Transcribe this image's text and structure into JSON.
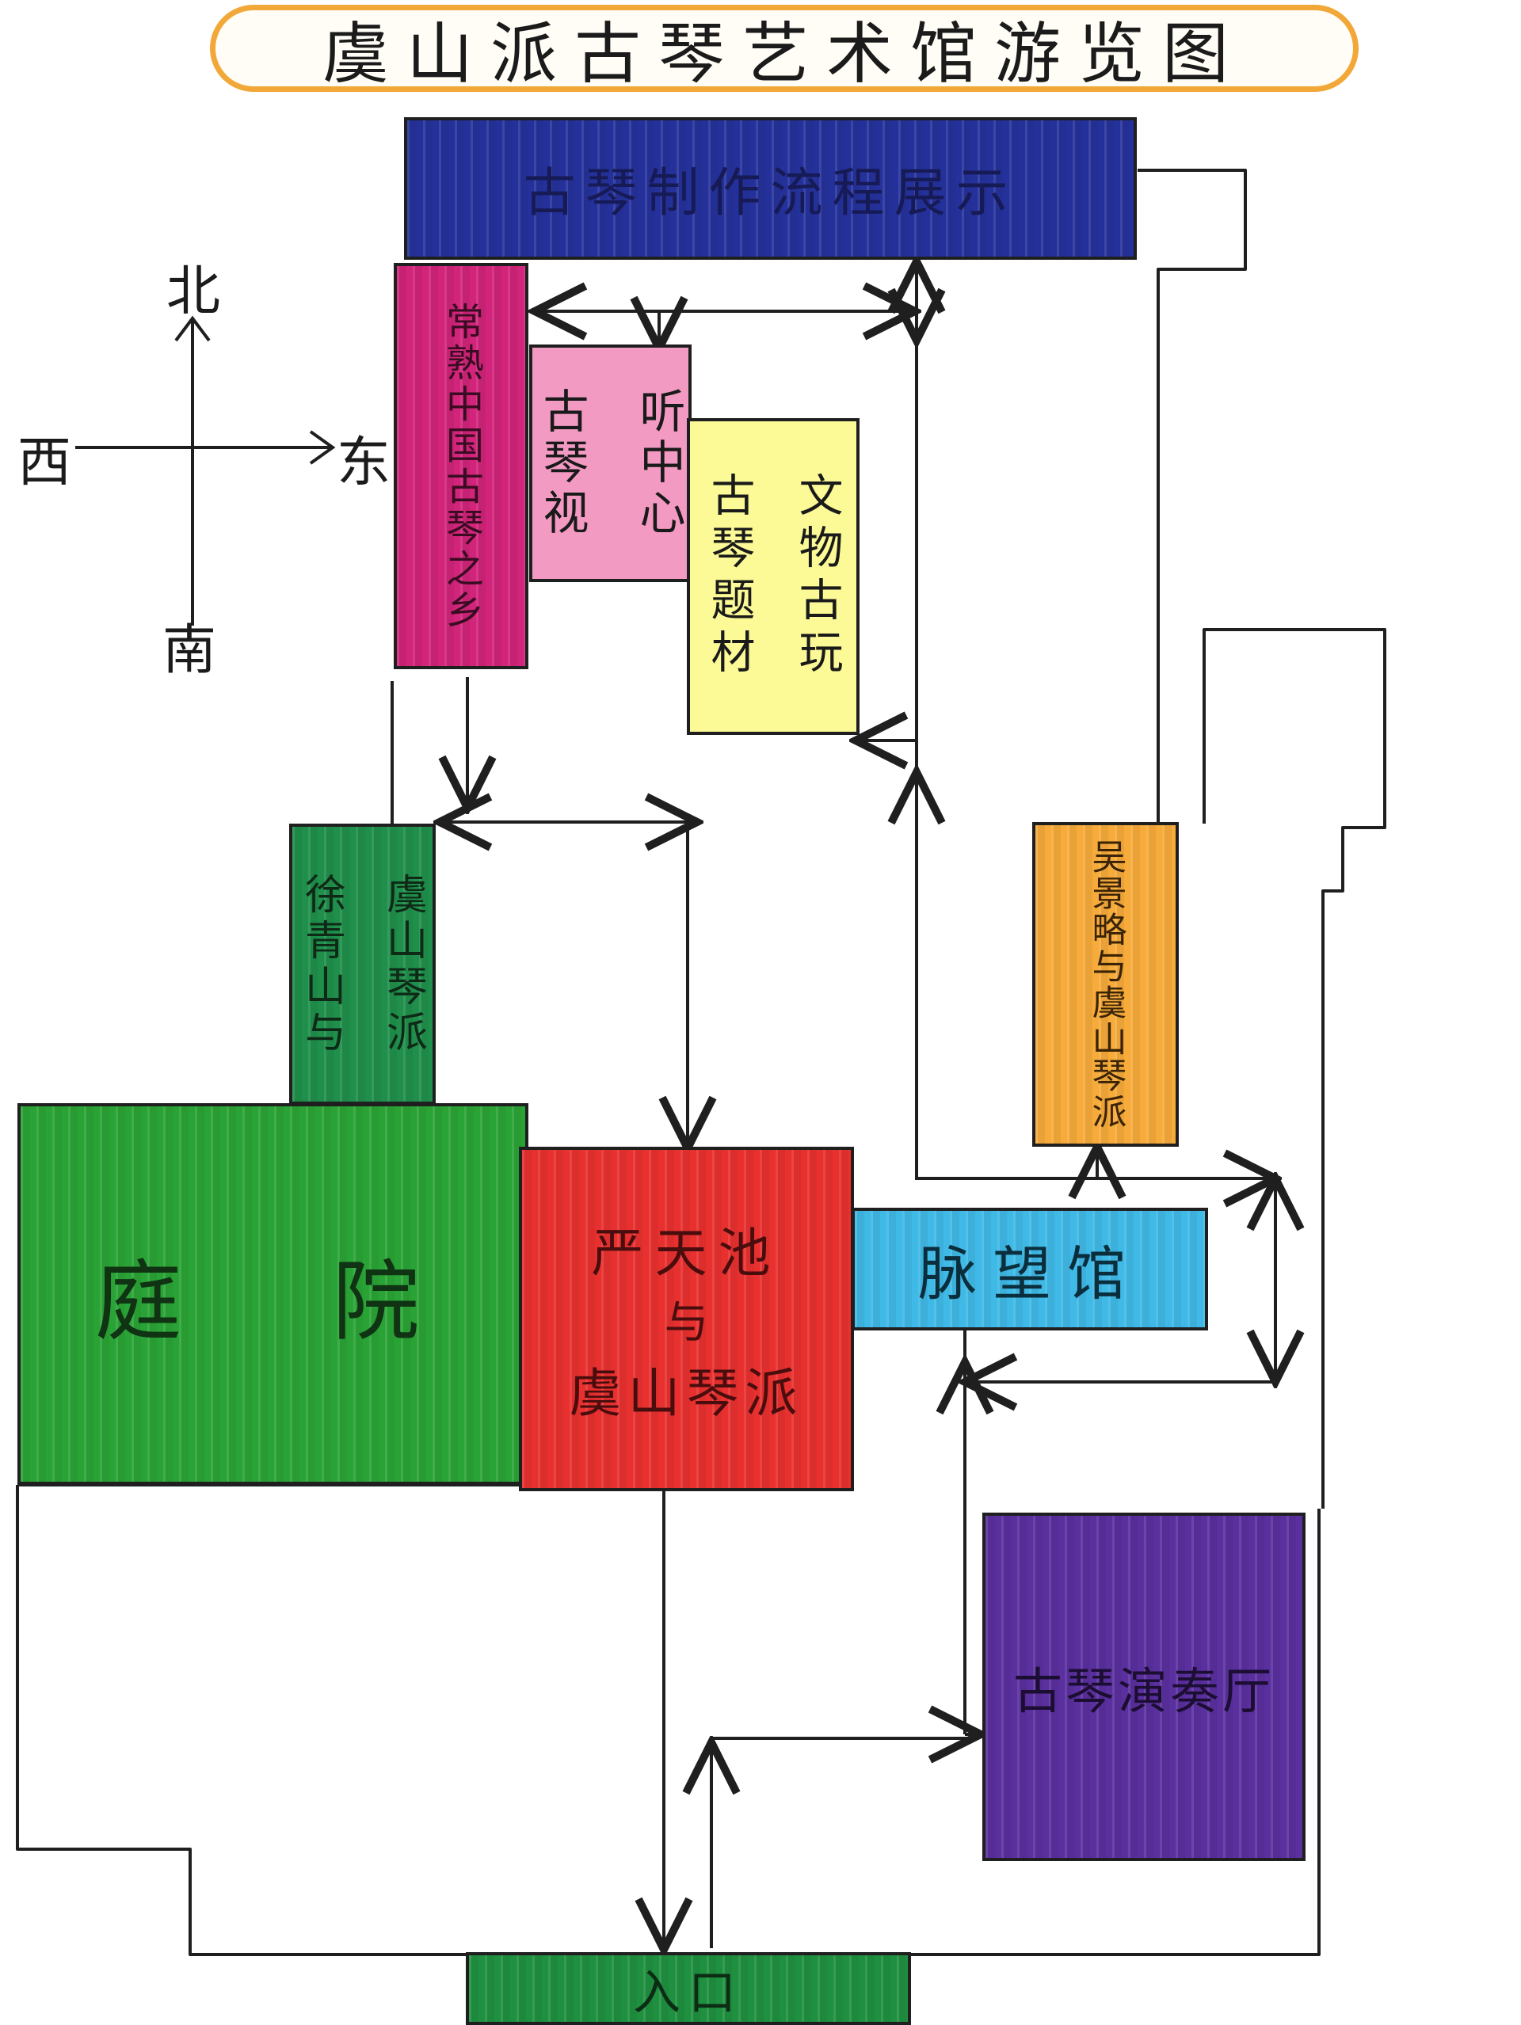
{
  "title": "虞山派古琴艺术馆游览图",
  "compass": {
    "north": "北",
    "south": "南",
    "west": "西",
    "east": "东"
  },
  "rooms": {
    "workshop": {
      "label": "古琴制作流程展示",
      "color": "#25319b"
    },
    "changshu": {
      "label": "常熟中国古琴之乡",
      "color": "#d1247a"
    },
    "listen": {
      "col1": "听中心",
      "col2": "古琴视",
      "color": "#f39ac3"
    },
    "relics": {
      "col1": "文物古玩",
      "col2": "古琴题材",
      "color": "#fbfa96"
    },
    "xu": {
      "col1": "虞山琴派",
      "col2": "徐青山与",
      "color": "#1f8f4b"
    },
    "wu": {
      "label": "吴景略与虞山琴派",
      "color": "#f6ab3b"
    },
    "courtyard": {
      "label": "庭  院",
      "color": "#2aa336"
    },
    "yantian": {
      "line1": "严天池",
      "line2": "与",
      "line3": "虞山琴派",
      "color": "#e8302f"
    },
    "maiwang": {
      "label": "脉望馆",
      "color": "#3fb9e6"
    },
    "concert": {
      "label": "古琴演奏厅",
      "color": "#5a2f9e"
    },
    "entrance": {
      "label": "入口",
      "color": "#1f9040"
    }
  }
}
